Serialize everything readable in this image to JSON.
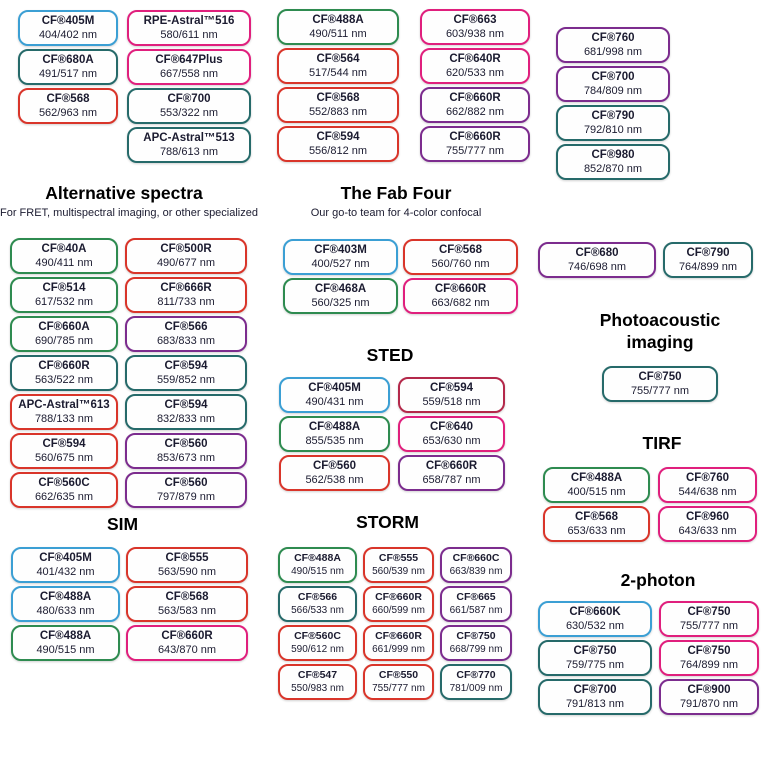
{
  "palette": {
    "blue": "#3b9fd4",
    "green": "#2e8b50",
    "teal": "#266a6a",
    "red": "#d9352a",
    "crimson": "#b4284a",
    "pink": "#e01f7d",
    "purple": "#7c2c8e"
  },
  "chart_data": {
    "type": "table",
    "sections": {
      "top_left": {
        "columns": [
          [
            {
              "name": "CF®405M",
              "value": "404/402 nm",
              "color": "blue"
            },
            {
              "name": "CF®680A",
              "value": "491/517 nm",
              "color": "teal"
            },
            {
              "name": "CF®568",
              "value": "562/963 nm",
              "color": "red"
            }
          ],
          [
            {
              "name": "RPE-Astral™516",
              "value": "580/611 nm",
              "color": "pink"
            },
            {
              "name": "CF®647Plus",
              "value": "667/558 nm",
              "color": "pink"
            },
            {
              "name": "CF®700",
              "value": "553/322 nm",
              "color": "teal"
            },
            {
              "name": "APC-Astral™513",
              "value": "788/613 nm",
              "color": "teal"
            }
          ]
        ]
      },
      "top_mid": {
        "columns": [
          [
            {
              "name": "CF®488A",
              "value": "490/511 nm",
              "color": "green"
            },
            {
              "name": "CF®564",
              "value": "517/544 nm",
              "color": "red"
            },
            {
              "name": "CF®568",
              "value": "552/883 nm",
              "color": "red"
            },
            {
              "name": "CF®594",
              "value": "556/812 nm",
              "color": "red"
            }
          ],
          [
            {
              "name": "CF®663",
              "value": "603/938 nm",
              "color": "pink"
            },
            {
              "name": "CF®640R",
              "value": "620/533 nm",
              "color": "pink"
            },
            {
              "name": "CF®660R",
              "value": "662/882 nm",
              "color": "purple"
            },
            {
              "name": "CF®660R",
              "value": "755/777 nm",
              "color": "purple"
            }
          ]
        ]
      },
      "top_right": {
        "columns": [
          [
            {
              "name": "CF®760",
              "value": "681/998 nm",
              "color": "purple"
            },
            {
              "name": "CF®700",
              "value": "784/809 nm",
              "color": "purple"
            },
            {
              "name": "CF®790",
              "value": "792/810 nm",
              "color": "teal"
            },
            {
              "name": "CF®980",
              "value": "852/870 nm",
              "color": "teal"
            }
          ]
        ]
      },
      "alt_spectra": {
        "title": "Alternative spectra",
        "subtitle": "For FRET, multispectral imaging, or other specialized",
        "columns": [
          [
            {
              "name": "CF®40A",
              "value": "490/411 nm",
              "color": "green"
            },
            {
              "name": "CF®514",
              "value": "617/532 nm",
              "color": "green"
            },
            {
              "name": "CF®660A",
              "value": "690/785 nm",
              "color": "green"
            },
            {
              "name": "CF®660R",
              "value": "563/522 nm",
              "color": "teal"
            },
            {
              "name": "APC-Astral™613",
              "value": "788/133 nm",
              "color": "red"
            },
            {
              "name": "CF®594",
              "value": "560/675 nm",
              "color": "red"
            },
            {
              "name": "CF®560C",
              "value": "662/635 nm",
              "color": "red"
            }
          ],
          [
            {
              "name": "CF®500R",
              "value": "490/677 nm",
              "color": "red"
            },
            {
              "name": "CF®666R",
              "value": "811/733 nm",
              "color": "red"
            },
            {
              "name": "CF®566",
              "value": "683/833 nm",
              "color": "purple"
            },
            {
              "name": "CF®594",
              "value": "559/852 nm",
              "color": "teal"
            },
            {
              "name": "CF®594",
              "value": "832/833 nm",
              "color": "teal"
            },
            {
              "name": "CF®560",
              "value": "853/673 nm",
              "color": "purple"
            },
            {
              "name": "CF®560",
              "value": "797/879 nm",
              "color": "purple"
            }
          ]
        ]
      },
      "fab_four": {
        "title": "The Fab Four",
        "subtitle": "Our go-to team for 4-color confocal",
        "columns": [
          [
            {
              "name": "CF®403M",
              "value": "400/527 nm",
              "color": "blue"
            },
            {
              "name": "CF®468A",
              "value": "560/325 nm",
              "color": "green"
            }
          ],
          [
            {
              "name": "CF®568",
              "value": "560/760 nm",
              "color": "red"
            },
            {
              "name": "CF®660R",
              "value": "663/682 nm",
              "color": "pink"
            }
          ]
        ]
      },
      "sted": {
        "title": "STED",
        "columns": [
          [
            {
              "name": "CF®405M",
              "value": "490/431 nm",
              "color": "blue"
            },
            {
              "name": "CF®488A",
              "value": "855/535 nm",
              "color": "green"
            },
            {
              "name": "CF®560",
              "value": "562/538 nm",
              "color": "red"
            }
          ],
          [
            {
              "name": "CF®594",
              "value": "559/518 nm",
              "color": "crimson"
            },
            {
              "name": "CF®640",
              "value": "653/630 nm",
              "color": "pink"
            },
            {
              "name": "CF®660R",
              "value": "658/787 nm",
              "color": "purple"
            }
          ]
        ]
      },
      "nir_pair": {
        "columns": [
          [
            {
              "name": "CF®680",
              "value": "746/698 nm",
              "color": "purple"
            }
          ],
          [
            {
              "name": "CF®790",
              "value": "764/899 nm",
              "color": "teal"
            }
          ]
        ]
      },
      "photoacoustic": {
        "title": "Photoacoustic imaging",
        "columns": [
          [
            {
              "name": "CF®750",
              "value": "755/777 nm",
              "color": "teal"
            }
          ]
        ]
      },
      "tirf": {
        "title": "TIRF",
        "columns": [
          [
            {
              "name": "CF®488A",
              "value": "400/515 nm",
              "color": "green"
            },
            {
              "name": "CF®568",
              "value": "653/633 nm",
              "color": "red"
            }
          ],
          [
            {
              "name": "CF®760",
              "value": "544/638 nm",
              "color": "pink"
            },
            {
              "name": "CF®960",
              "value": "643/633 nm",
              "color": "pink"
            }
          ]
        ]
      },
      "sim": {
        "title": "SIM",
        "columns": [
          [
            {
              "name": "CF®405M",
              "value": "401/432 nm",
              "color": "blue"
            },
            {
              "name": "CF®488A",
              "value": "480/633 nm",
              "color": "blue"
            },
            {
              "name": "CF®488A",
              "value": "490/515 nm",
              "color": "green"
            }
          ],
          [
            {
              "name": "CF®555",
              "value": "563/590 nm",
              "color": "red"
            },
            {
              "name": "CF®568",
              "value": "563/583 nm",
              "color": "red"
            },
            {
              "name": "CF®660R",
              "value": "643/870 nm",
              "color": "pink"
            }
          ]
        ]
      },
      "storm": {
        "title": "STORM",
        "columns": [
          [
            {
              "name": "CF®488A",
              "value": "490/515 nm",
              "color": "green"
            },
            {
              "name": "CF®566",
              "value": "566/533 nm",
              "color": "teal"
            },
            {
              "name": "CF®560C",
              "value": "590/612 nm",
              "color": "red"
            },
            {
              "name": "CF®547",
              "value": "550/983 nm",
              "color": "red"
            }
          ],
          [
            {
              "name": "CF®555",
              "value": "560/539 nm",
              "color": "red"
            },
            {
              "name": "CF®660R",
              "value": "660/599 nm",
              "color": "red"
            },
            {
              "name": "CF®660R",
              "value": "661/999 nm",
              "color": "red"
            },
            {
              "name": "CF®550",
              "value": "755/777 nm",
              "color": "red"
            }
          ],
          [
            {
              "name": "CF®660C",
              "value": "663/839 nm",
              "color": "purple"
            },
            {
              "name": "CF®665",
              "value": "661/587 nm",
              "color": "purple"
            },
            {
              "name": "CF®750",
              "value": "668/799 nm",
              "color": "purple"
            },
            {
              "name": "CF®770",
              "value": "781/009 nm",
              "color": "teal"
            }
          ]
        ]
      },
      "two_photon": {
        "title": "2-photon",
        "columns": [
          [
            {
              "name": "CF®660K",
              "value": "630/532 nm",
              "color": "blue"
            },
            {
              "name": "CF®750",
              "value": "759/775 nm",
              "color": "teal"
            },
            {
              "name": "CF®700",
              "value": "791/813 nm",
              "color": "teal"
            }
          ],
          [
            {
              "name": "CF®750",
              "value": "755/777 nm",
              "color": "pink"
            },
            {
              "name": "CF®750",
              "value": "764/899 nm",
              "color": "pink"
            },
            {
              "name": "CF®900",
              "value": "791/870 nm",
              "color": "purple"
            }
          ]
        ]
      }
    }
  }
}
